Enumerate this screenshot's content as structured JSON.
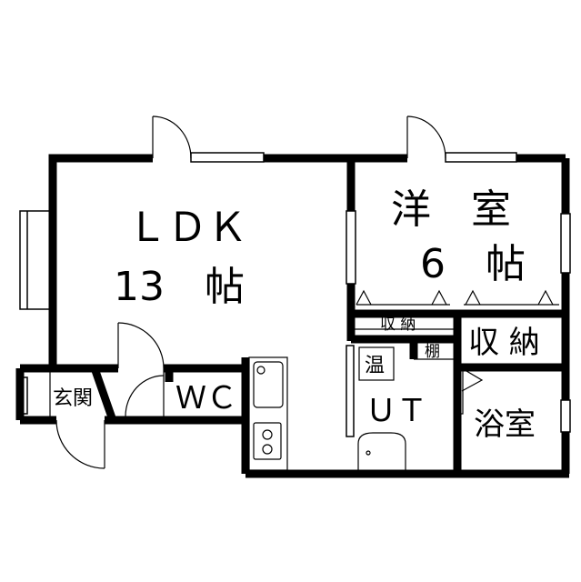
{
  "rooms": {
    "ldk": {
      "name": "ＬＤＫ",
      "size": "13　帖"
    },
    "western": {
      "name": "洋　室",
      "size": "6　帖"
    },
    "closet_small": {
      "name": "収 納"
    },
    "closet_large": {
      "name": "収 納"
    },
    "water_heater": {
      "name": "温"
    },
    "shelf": {
      "name": "棚"
    },
    "utility": {
      "name": "ＵＴ"
    },
    "bathroom": {
      "name": "浴室"
    },
    "entrance": {
      "name": "玄関"
    },
    "toilet": {
      "name": "ＷＣ"
    }
  }
}
